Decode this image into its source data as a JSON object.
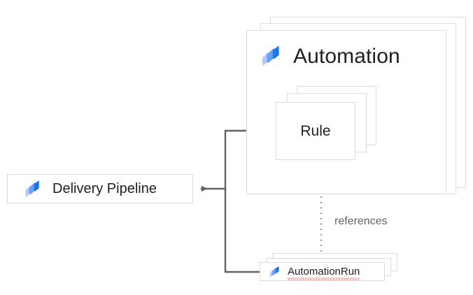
{
  "diagram": {
    "type": "entity-relationship-diagram",
    "background_color": "#ffffff",
    "nodes": {
      "automation": {
        "label": "Automation",
        "icon": "cloud-deploy-icon",
        "shape": "stacked-card",
        "stack_count": 3,
        "text_color": "#202124",
        "border_color": "#dadce0"
      },
      "rule": {
        "label": "Rule",
        "shape": "stacked-card",
        "stack_count": 3,
        "text_color": "#202124",
        "border_color": "#dadce0"
      },
      "delivery_pipeline": {
        "label": "Delivery Pipeline",
        "icon": "cloud-deploy-icon",
        "shape": "card",
        "stack_count": 1,
        "text_color": "#202124",
        "border_color": "#dadce0"
      },
      "automation_run": {
        "label": "AutomationRun",
        "icon": "cloud-deploy-icon",
        "shape": "stacked-card",
        "stack_count": 3,
        "text_color": "#202124",
        "border_color": "#dadce0",
        "spellcheck_underline": true,
        "spellcheck_color": "#ea4335"
      }
    },
    "edges": [
      {
        "id": "rule-to-delivery-pipeline",
        "from": "rule",
        "to": "delivery_pipeline",
        "style": "solid",
        "label": "",
        "color": "#5f6368",
        "arrowhead": "filled-triangle"
      },
      {
        "id": "automationrun-to-delivery-pipeline",
        "from": "automation_run",
        "to": "delivery_pipeline",
        "style": "solid",
        "label": "",
        "color": "#5f6368",
        "arrowhead": "filled-triangle"
      },
      {
        "id": "automationrun-references-rule",
        "from": "automation_run",
        "to": "rule",
        "style": "dotted",
        "label": "references",
        "label_color": "#5f6368",
        "color": "#5f6368",
        "arrowhead": "filled-triangle"
      }
    ],
    "icon_colors": {
      "light_blue": "#aecbfa",
      "mid_blue": "#669df6",
      "dark_blue": "#1a73e8"
    }
  }
}
